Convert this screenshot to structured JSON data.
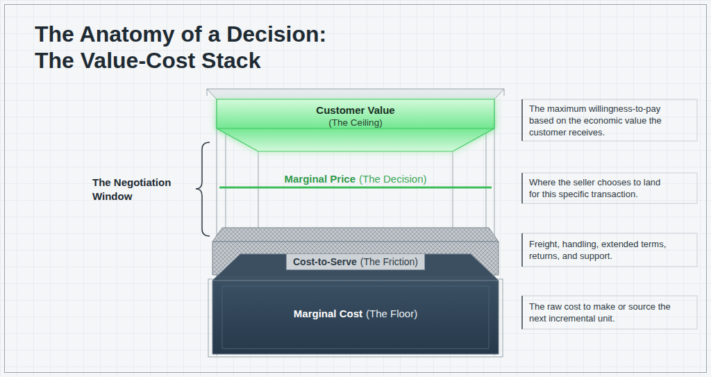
{
  "diagram": {
    "title": "The Anatomy of a Decision: The Value-Cost Stack",
    "nodes": [
      {
        "text": [
          "Customer Value",
          "(The Ceiling)"
        ]
      },
      {
        "text": [
          "Marginal Price",
          "(The Decision)"
        ]
      },
      {
        "text": [
          "Cost-to-Serve",
          "(The Friction)"
        ]
      },
      {
        "text": [
          "Marginal Cost",
          "(The Floor)"
        ]
      }
    ],
    "labels": [
      "The Negotiation Window",
      "The maximum willingness-to-pay based on the economic value the customer receives.",
      "Where the seller chooses to land for this specific transaction.",
      "Freight, handling, extended terms, returns, and support.",
      "The raw cost to make or source the next incremental unit."
    ]
  }
}
